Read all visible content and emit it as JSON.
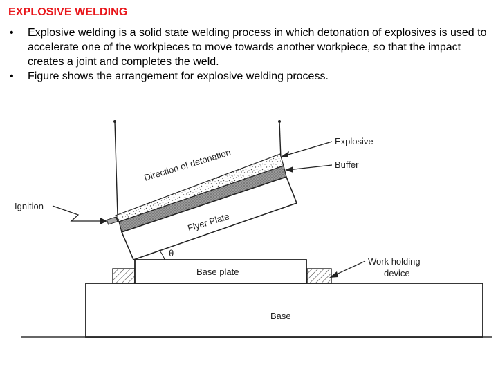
{
  "slide": {
    "title": "EXPLOSIVE WELDING",
    "title_color": "#e8151a",
    "bullets": [
      "Explosive welding is a solid state welding process in which detonation of explosives is used to accelerate one of the workpieces to move towards another workpiece, so that the impact creates a joint and completes the weld.",
      "Figure shows the arrangement for explosive welding process."
    ]
  },
  "diagram": {
    "labels": {
      "explosive": "Explosive",
      "buffer": "Buffer",
      "ignition": "Ignition",
      "work_holding_1": "Work holding",
      "work_holding_2": "device",
      "base_plate": "Base plate",
      "base": "Base",
      "direction": "Direction of detonation",
      "flyer_plate": "Flyer Plate",
      "angle": "θ"
    }
  }
}
